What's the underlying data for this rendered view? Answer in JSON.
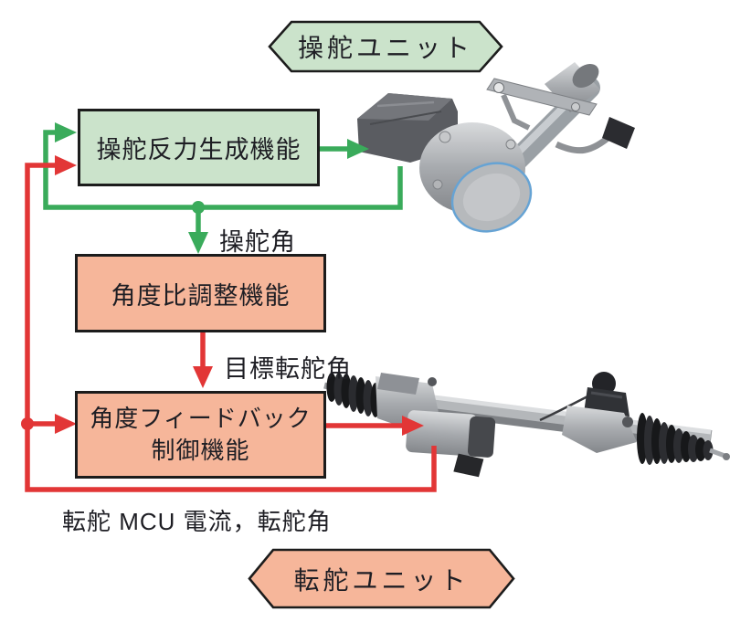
{
  "colors": {
    "steering_green_fill": "#cbe3cb",
    "steering_green_line": "#3aab5b",
    "turning_salmon_fill": "#f6b69a",
    "turning_red_line": "#e23636",
    "outline_black": "#1c1c1c",
    "column_disc_ring_blue": "#66a3d4"
  },
  "badges": {
    "steering_unit": {
      "label": "操舵ユニット"
    },
    "turning_unit": {
      "label": "転舵ユニット"
    }
  },
  "function_boxes": {
    "reaction_force": {
      "label": "操舵反力生成機能"
    },
    "angle_ratio": {
      "label": "角度比調整機能"
    },
    "angle_feedback": {
      "label": "角度フィードバック\n制御機能"
    }
  },
  "signal_labels": {
    "steering_angle": "操舵角",
    "target_turning_angle": "目標転舵角",
    "turning_feedback": "転舵 MCU 電流，転舵角"
  }
}
